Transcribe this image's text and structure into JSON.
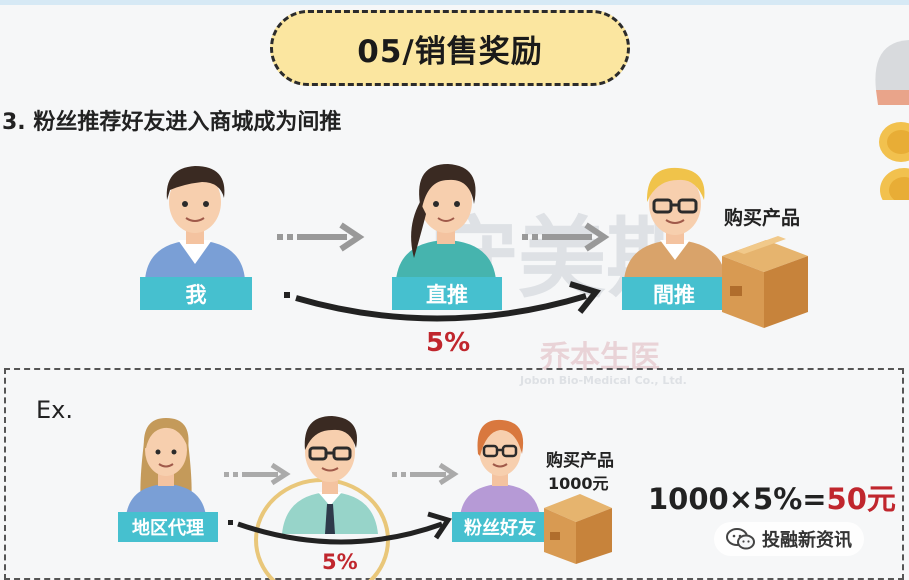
{
  "title": "05/销售奖励",
  "subtitle": "3. 粉丝推荐好友进入商城成为间推",
  "top_flow": {
    "labels": [
      "我",
      "直推",
      "間推"
    ],
    "purchase": "购买产品",
    "percent": "5%"
  },
  "example": {
    "heading": "Ex.",
    "labels": [
      "地区代理",
      "粉丝好友"
    ],
    "purchase": "购买产品",
    "amount": "1000元",
    "percent": "5%",
    "formula_prefix": "1000×5%=",
    "formula_result": "50元"
  },
  "watermark": {
    "main": "守美斯",
    "company_cn": "乔本生医",
    "company_en": "Jobon Bio-Medical Co., Ltd."
  },
  "badge": {
    "text": "投融新资讯",
    "icon": "wechat-icon"
  },
  "colors": {
    "label_bg": "#46c0cf",
    "accent_red": "#c0262d",
    "title_bg": "#fbe6a0"
  }
}
